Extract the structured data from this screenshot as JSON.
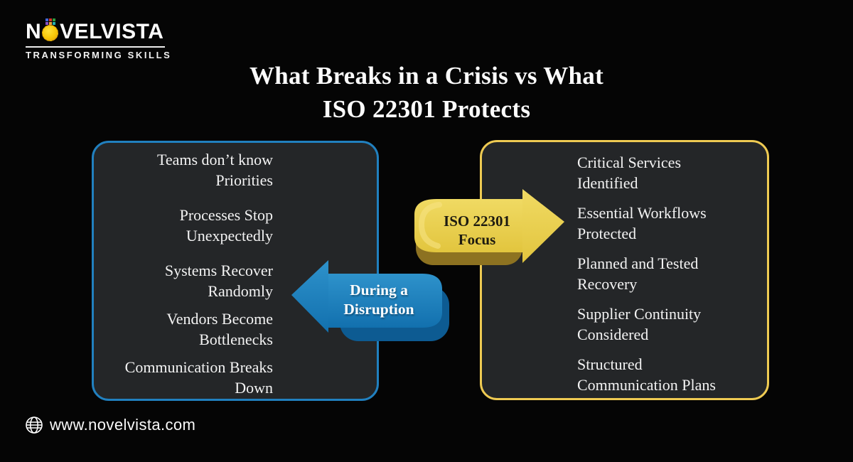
{
  "logo": {
    "brand_prefix": "N",
    "brand_suffix": "VELVISTA",
    "tagline": "TRANSFORMING SKILLS"
  },
  "title": {
    "line1": "What Breaks in a Crisis vs What",
    "line2": "ISO 22301 Protects"
  },
  "crisis_box": {
    "items": [
      {
        "line1": "Teams don’t know",
        "line2": "Priorities"
      },
      {
        "line1": "Processes Stop",
        "line2": "Unexpectedly"
      },
      {
        "line1": "Systems Recover",
        "line2": "Randomly"
      },
      {
        "line1": "Vendors Become",
        "line2": "Bottlenecks"
      },
      {
        "line1": "Communication Breaks",
        "line2": "Down"
      }
    ]
  },
  "protect_box": {
    "items": [
      {
        "line1": "Critical Services",
        "line2": "Identified"
      },
      {
        "line1": "Essential Workflows",
        "line2": "Protected"
      },
      {
        "line1": "Planned and Tested",
        "line2": "Recovery"
      },
      {
        "line1": "Supplier Continuity",
        "line2": "Considered"
      },
      {
        "line1": "Structured",
        "line2": "Communication Plans"
      }
    ]
  },
  "arrows": {
    "iso_focus": {
      "line1": "ISO 22301",
      "line2": "Focus"
    },
    "disruption": {
      "line1": "During a",
      "line2": "Disruption"
    }
  },
  "footer": {
    "website": "www.novelvista.com"
  },
  "colors": {
    "background": "#050505",
    "box_fill": "#242628",
    "crisis_border": "#2180bf",
    "protect_border": "#eeca52",
    "arrow_yellow": "#e8cd48",
    "arrow_yellow_shadow": "#8d7221",
    "arrow_blue": "#1879ba",
    "arrow_blue_shadow": "#0d5b92",
    "title_text": "#fcfcfc",
    "item_text": "#f3f3f3",
    "sun_yellow": "#f7c708"
  }
}
